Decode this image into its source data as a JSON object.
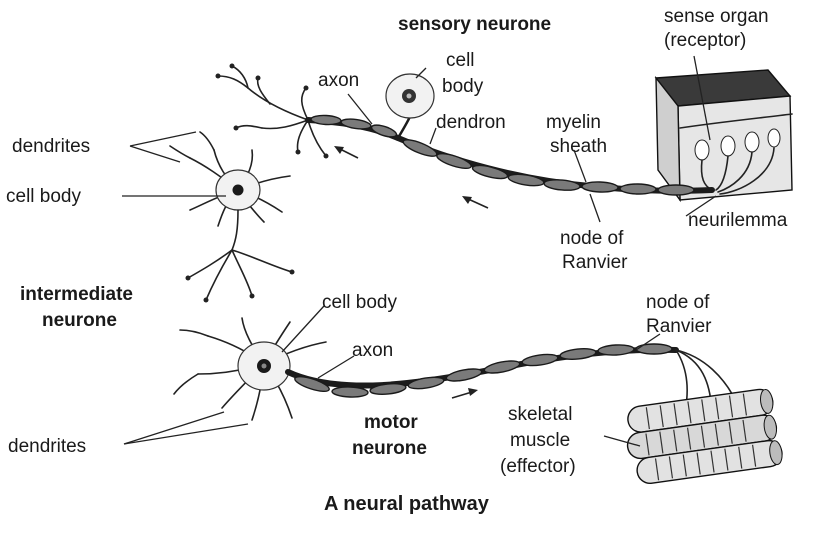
{
  "title": "A neural pathway",
  "sensory": {
    "name": "sensory neurone",
    "sense_organ": "sense organ",
    "receptor": "(receptor)",
    "axon": "axon",
    "cell": "cell",
    "body": "body",
    "dendron": "dendron",
    "myelin": "myelin",
    "sheath": "sheath",
    "neurilemma": "neurilemma",
    "node_of": "node of",
    "ranvier": "Ranvier"
  },
  "intermediate": {
    "line1": "intermediate",
    "line2": "neurone",
    "dendrites": "dendrites",
    "cell_body": "cell body"
  },
  "motor": {
    "line1": "motor",
    "line2": "neurone",
    "cell_body": "cell body",
    "axon": "axon",
    "dendrites": "dendrites",
    "node_of": "node of",
    "ranvier": "Ranvier",
    "skeletal": "skeletal",
    "muscle": "muscle",
    "effector": "(effector)"
  }
}
